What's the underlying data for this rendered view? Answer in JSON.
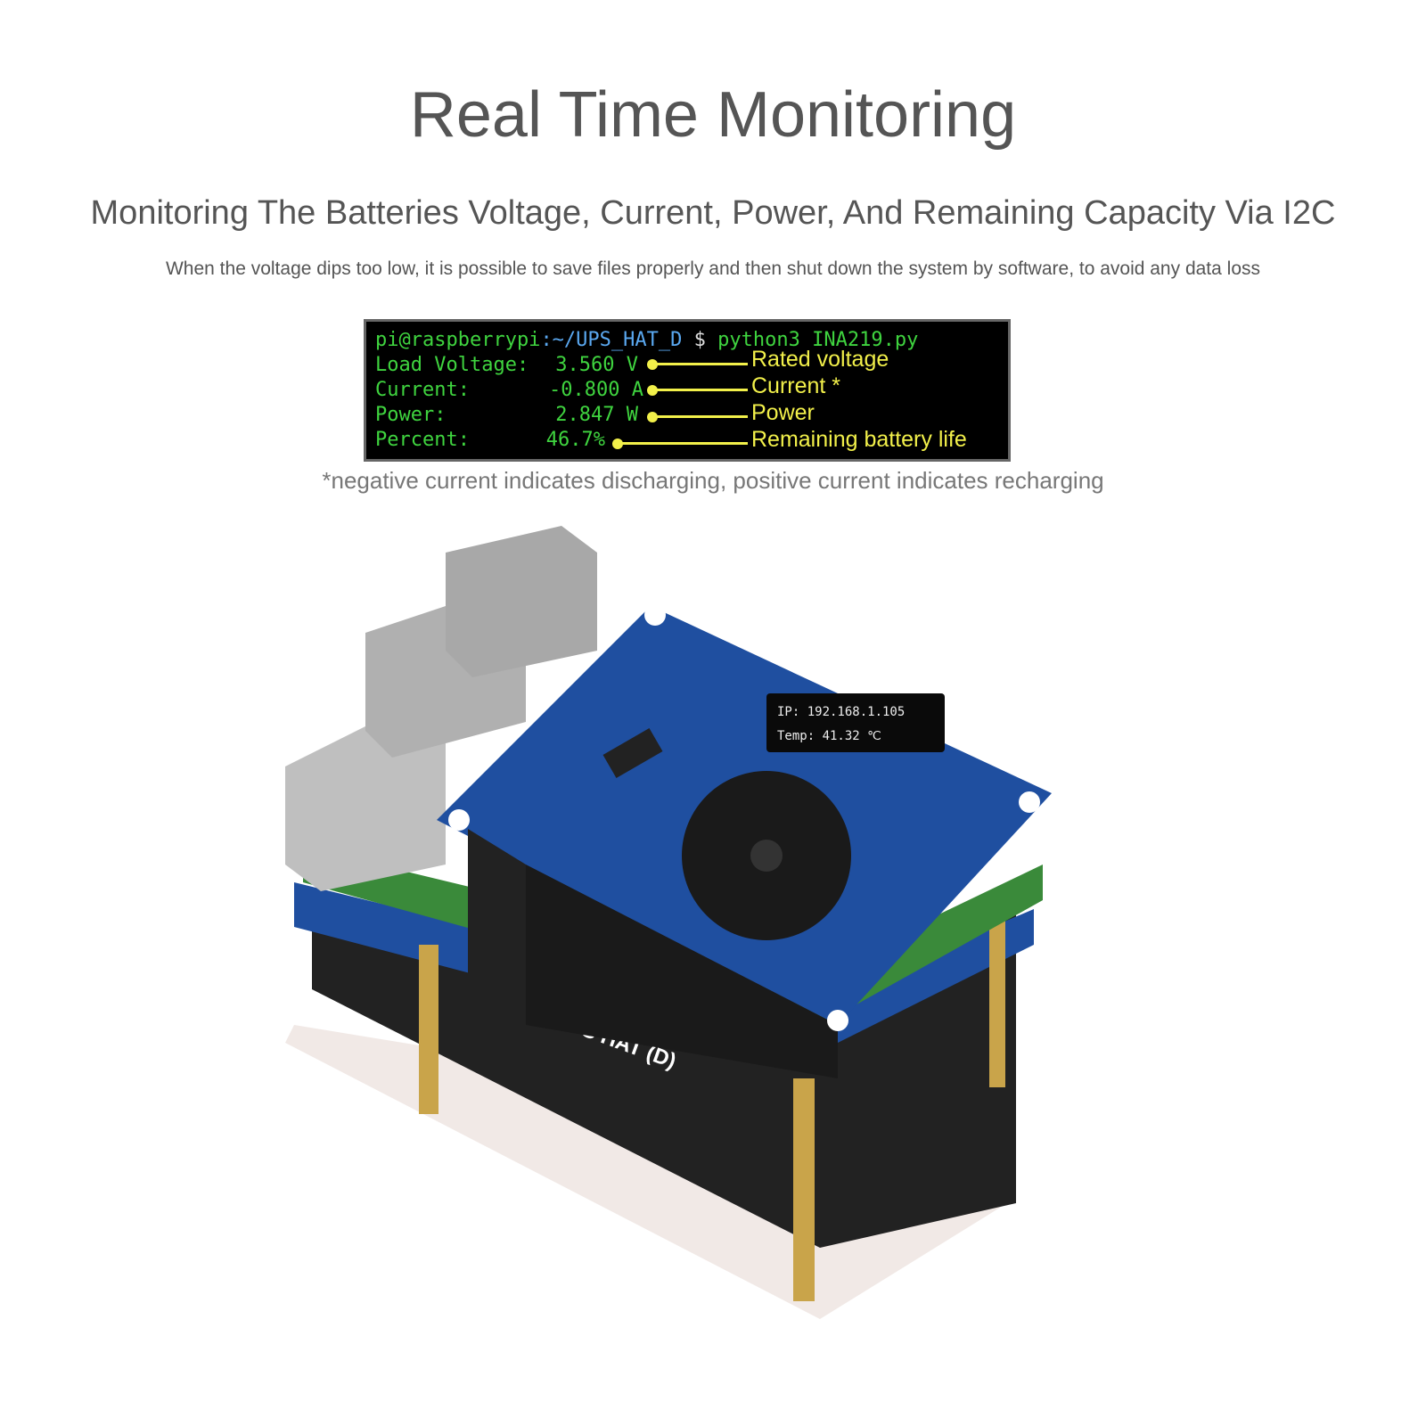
{
  "title": "Real Time Monitoring",
  "subtitle": "Monitoring The Batteries Voltage, Current, Power, And Remaining Capacity Via I2C",
  "description": "When the voltage dips too low, it is possible to save files properly and then shut down the system by software, to avoid any data loss",
  "terminal": {
    "user_host": "pi@raspberrypi",
    "path": ":~/UPS_HAT_D",
    "prompt": " $ ",
    "command": "python3 INA219.py",
    "rows": [
      {
        "label": "Load Voltage:",
        "value": "3.560 V",
        "annotation": "Rated voltage"
      },
      {
        "label": "Current:",
        "value": "-0.800 A",
        "annotation": "Current *"
      },
      {
        "label": "Power:",
        "value": "2.847 W",
        "annotation": "Power"
      },
      {
        "label": "Percent:",
        "value": "46.7%",
        "annotation": "Remaining battery life"
      }
    ]
  },
  "note": "*negative current indicates discharging, positive current indicates recharging",
  "product": {
    "oled_line1": "IP: 192.168.1.105",
    "oled_line2": "Temp: 41.32 ℃",
    "board_label": "UPS HAT (D)"
  },
  "colors": {
    "terminal_green": "#3fd43f",
    "terminal_blue": "#5aa8f0",
    "annotation_yellow": "#f2f04a",
    "board_blue": "#1f4fa0"
  }
}
